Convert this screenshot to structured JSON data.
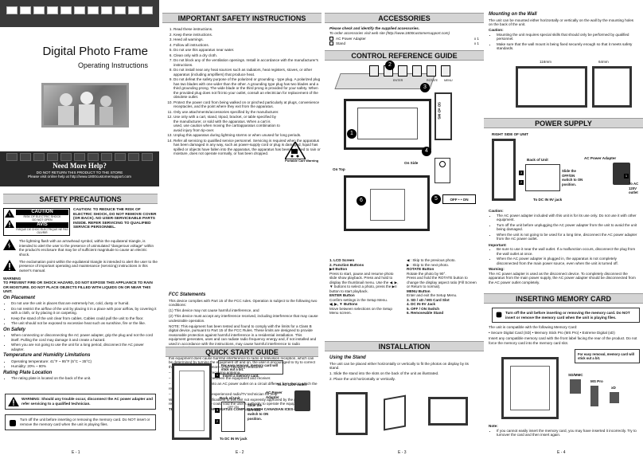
{
  "column1": {
    "title": "Digital Photo Frame",
    "subtitle": "Operating Instructions",
    "help_title": "Need More Help?",
    "help_line1": "DO NOT RETURN THIS PRODUCT TO THE STORE",
    "help_line2": "Please visit online help at http://www.1800customersupport.com",
    "safety_header": "SAFETY PRECAUTIONS",
    "caution_label": "CAUTION",
    "caution_sub1": "RISK OF ELECTRIC SHOCK",
    "caution_sub2": "DO NOT OPEN",
    "avis_label": "AVIS",
    "avis_sub": "RISQUE DE CHOC ÉLECTRIQUE NE PAS OUVRIR",
    "caution_text": "CAUTION: TO REDUCE THE RISK OF ELECTRIC SHOCK, DO NOT REMOVE COVER (OR BACK). NO USER-SERVICEABLE PARTS INSIDE. REFER SERVICING TO QUALIFIED SERVICE PERSONNEL.",
    "lightning_text": "The lightning flash with an arrowhead symbol, within the equilateral triangle, is intended to alert the user to the presence of uninsulated \"dangerous voltage\" within the product's enclosure that may be of sufficient magnitude to cause an electric shock.",
    "exclaim_text": "The exclamation point within the equilateral triangle is intended to alert the user to the presence of important operating and maintenance (servicing) instructions in this owner's manual.",
    "warning_title": "WARNING",
    "warning_text": "TO PREVENT FIRE OR SHOCK HAZARD, DO NOT EXPOSE THIS APPLIANCE TO RAIN OR MOISTURE. DO NOT PLACE OBJECTS FILLED WITH LIQUIDS ON OR NEAR THIS UNIT.",
    "placement_title": "On Placement",
    "placement_items": [
      "Do not use the unit in places that are extremely hot, cold, dusty or humid.",
      "Do not restrict the airflow of the unit by placing it in a place with poor airflow, by covering it with a cloth, or by placing it on carpeting.",
      "Keep the stand of the unit clear from cables. Cables could pull the unit to the floor.",
      "The unit should not be exposed to excessive heat such as sunshine, fire or the like."
    ],
    "safety_title": "On Safety",
    "safety_items": [
      "When connecting or disconnecting the AC power adapter, grip the plug and not the cord itself. Pulling the cord may damage it and create a hazard.",
      "When you are not going to use the unit for a long period, disconnect the AC power adapter."
    ],
    "temp_title": "Temperature and Humidity Limitations",
    "temp_items": [
      "Operating temperature: 41°F ~ 95°F (5°C ~ 35°C)",
      "Humidity: 20% ~ 80%"
    ],
    "rating_title": "Rating Plate Location",
    "rating_items": [
      "The rating plate is located on the back of the unit."
    ],
    "warn_box": "WARNING: Should any trouble occur, disconnect the AC power adapter and refer servicing to a qualified technician.",
    "turnoff_box": "Turn off the unit before inserting or removing the memory card. Do NOT insert or remove the memory card when the unit is playing files.",
    "page": "E - 1"
  },
  "column2": {
    "header": "IMPORTANT SAFETY INSTRUCTIONS",
    "instructions": [
      "Read these instructions.",
      "Keep these instructions.",
      "Heed all warnings.",
      "Follow all instructions.",
      "Do not use this apparatus near water.",
      "Clean only with a dry cloth.",
      "Do not block any of the ventilation openings. Install in accordance with the manufacturer's instructions.",
      "Do not install near any heat sources such as radiators, heat registers, stoves, or other apparatus (including amplifiers) that produce heat.",
      "Do not defeat the safety purpose of the polarized or grounding - type plug. A polarized plug has two blades with one wider than the other. A grounding type plug has two blades and a third grounding prong. The wide blade or the third prong is provided for your safety. When the provided plug does not fit into your outlet, consult an electrician for replacement of the obsolete outlet.",
      "Protect the power cord from being walked on or pinched particularly at plugs, convenience receptacles, and the point where they exit from the apparatus.",
      "Only use attachments/accessories specified by the manufacturer.",
      "Use only with a cart, stand, tripod, bracket, or table specified by the manufacturer, or sold with the apparatus. When a cart is used, use caution when moving the cart/apparatus combination to avoid injury from tip-over.",
      "Unplug this apparatus during lightning storms or when unused for long periods.",
      "Refer all servicing to qualified service personnel. Servicing is required when the apparatus has been damaged in any way, such as power-supply cord or plug is damaged, liquid has spilled or objects have fallen into the apparatus, the apparatus has been exposed to rain or moisture, does not operate normally, or has been dropped."
    ],
    "cart_label": "Portable Cart Warning",
    "fcc_title": "FCC Statements",
    "fcc_p1": "This device complies with Part 15 of the FCC rules. Operation is subject to the following two conditions:",
    "fcc_c1": "(1)  This device may not cause harmful interference, and",
    "fcc_c2": "(2)  This device must accept any interference received, including interference that may cause undesirable operation.",
    "fcc_note": "NOTE: This equipment has been tested and found to comply with the limits for a Class B digital device, pursuant to Part 15 of the FCC Rules. These limits are designed to provide reasonable protection against harmful interference in a residential installation. This equipment generates, uses and can radiate radio frequency energy and, if not installed and used in accordance with the instructions, may cause harmful interference to radio communications.",
    "fcc_p2": "However, there is no guarantee that interference will not occur in a particular installation. If this equipment does cause harmful interference to radio or television reception, which can be determined by turning the equipment off and on, the user is encouraged to try to correct the interference by one or more of the following measures:",
    "fcc_measures": [
      "– Reorient or relocate the receiving antenna.",
      "– Increase the separation between the equipment and receiver.",
      "– Connect the equipment into an AC power outlet on a circuit different from that to which the receiver is connected.",
      "– Consult the dealer or an experienced radio/TV technician for help."
    ],
    "fcc_warning": "Warning: Changes or modifications to this unit not expressly approved by the party responsible for compliance could void the user's authority to operate the equipment.",
    "fcc_canada": "THIS CLASS B DIGITAL APPARATUS COMPLIES WITH CANADIAN ICES-003.",
    "quick_header": "QUICK START GUIDE",
    "qs_box": "For easy removal, memory card will stick out a bit.",
    "qs_insert": "Insert a memory card.",
    "qs_ac": "To AC 120V outlet",
    "qs_back": "Back of Unit",
    "qs_adapter": "AC Power Adapter",
    "qs_slide": "Slide the OFF/ON switch to ON position.",
    "qs_dc": "To DC IN 9V jack",
    "qs_off": "OFF",
    "qs_on": "ON",
    "page": "E - 2"
  },
  "column3": {
    "acc_header": "ACCESSORIES",
    "acc_check": "Please check and identify the supplied accessories.",
    "acc_order": "To order accessories visit web site (http://www.1800customersupport.com)",
    "acc_items": [
      {
        "name": "AC Power Adapter",
        "qty": "x 1"
      },
      {
        "name": "Stand",
        "qty": "x 1"
      }
    ],
    "ctrl_header": "CONTROL REFERENCE GUIDE",
    "btn_labels": [
      "ENTER",
      "ROTATE",
      "MENU"
    ],
    "slot_labels": [
      "SD",
      "xD",
      "MS"
    ],
    "on_side": "On Side",
    "on_top": "On Top",
    "switch_label": "OFF • • ON",
    "items": [
      {
        "n": "1. LCD Screen",
        "d": ""
      },
      {
        "n": "2. Function Buttons",
        "d": ""
      },
      {
        "n": "▶II Button",
        "d": "Press to start, pause and resume photo slide show playback. Press and hold to display the thumbnail menu. Use the ◀, ▶, ▼ buttons to select a photo, press the ▶II button to start playback."
      },
      {
        "n": "ENTER Button",
        "d": "Confirm settings in the Setup Menu."
      },
      {
        "n": "◀, ▶, ▼ Buttons",
        "d": "Move between selections on the Setup Menu screen."
      }
    ],
    "items_right": [
      "◀ : Skip to the previous photo.",
      "▶ : Skip to the next photo.",
      "ROTATE Button",
      "Rotate the photo by 90°.",
      "Press and hold the ROTATE button to change the display aspect ratio (Fill Screen or Return to normal).",
      "MENU Button",
      "Enter and exit the Setup Menu.",
      "3. SD / xD / MS Card Slot",
      "4. DC IN 9V Jack",
      "5. OFF / ON Switch",
      "6. Removeable Stand"
    ],
    "install_header": "INSTALLATION",
    "stand_title": "Using the Stand",
    "stand_p": "The unit can be placed either horizontally or vertically to fit the photos on display by its stand.",
    "stand_steps": [
      "1. Slide the stand into the slots on the back of the unit as illustrated.",
      "2. Place the unit horizontally or vertically."
    ],
    "page": "E - 3"
  },
  "column4": {
    "wall_title": "Mounting on the Wall",
    "wall_p": "The unit can be mounted either horizontally or vertically on the wall by the mounting holes on the back of the unit.",
    "caution": "Caution:",
    "wall_items": [
      "Mounting the unit requires special skills that should only be performed by qualified personnel.",
      "Make sure that the wall mount is being fixed securely enough so that it meets safety standards."
    ],
    "dim_w": "116mm",
    "dim_h": "64mm",
    "power_header": "POWER SUPPLY",
    "right_side": "RIGHT SIDE OF UNIT",
    "ps_back": "Back of Unit",
    "ps_adapter": "AC Power Adapter",
    "ps_slide": "Slide the OFF/ON switch to ON position.",
    "ps_ac": "To AC 120V outlet",
    "ps_dc": "To DC IN 9V jack",
    "ps_caution_items": [
      "The AC power adapter included with this unit is for its use only. Do not use it with other equipment.",
      "Turn off the unit before unplugging the AC power adapter from the unit to avoid the unit being damaged.",
      "When the unit is not going to be used for a long time, disconnect the AC power adapter from the AC power outlet."
    ],
    "important": "Important:",
    "important_items": [
      "Be sure to use it near the wall outlet. If a malfunction occurs, disconnect the plug from the wall outlet at once.",
      "When the AC power adapter is plugged in, the apparatus is not completely disconnected from the main power source, even when the unit is turned off."
    ],
    "warning": "Warning:",
    "warning_p": "The AC power adapter is used as the disconnect device. To completely disconnect the apparatus from the main power supply, the AC power adapter should be disconnected from the AC power outlet completely.",
    "mem_header": "INSERTING MEMORY CARD",
    "mem_box": "Turn off the unit before inserting or removing the memory card. Do NOT insert or remove the memory card when the unit is playing files.",
    "mem_compat": "The unit is compatible with the following Memory Card:",
    "mem_list": "• Secure Digital Card (SD)  • Memory Stick Pro (MS Pro)  • Extreme Digital (xD)",
    "mem_insert": "Insert any compatible memory card with the front label facing the rear of the product. Do not force the memory card into the memory card slot.",
    "mem_box2": "For easy removal, memory card will stick out a bit.",
    "card_sd": "SD/MMC",
    "card_ms": "MS Pro",
    "card_xd": "xD",
    "note": "Note:",
    "note_items": [
      "If you cannot easily insert the memory card, you may have inserted it incorrectly. Try to turnover the card and then insert again."
    ],
    "page": "E - 4"
  }
}
